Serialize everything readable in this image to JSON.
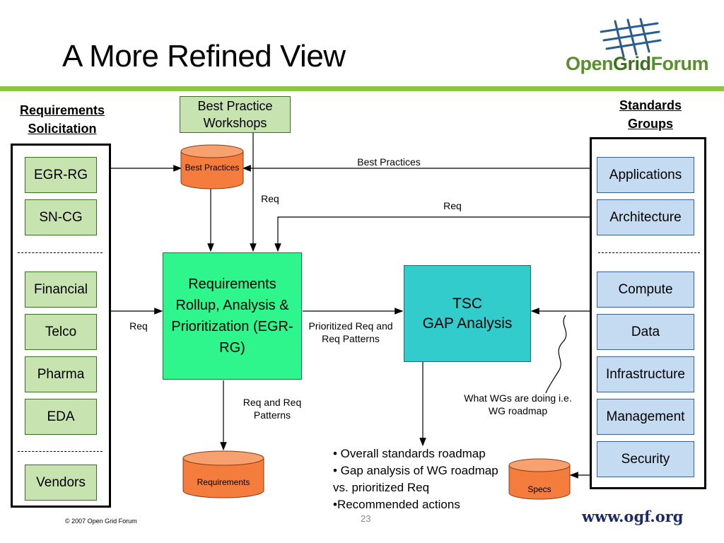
{
  "title": "A More Refined View",
  "logo": {
    "part1": "Open",
    "part2": "Grid",
    "part3": "Forum"
  },
  "left_panel": {
    "header": "Requirements Solicitation",
    "group1": [
      "EGR-RG",
      "SN-CG"
    ],
    "group2": [
      "Financial",
      "Telco",
      "Pharma",
      "EDA"
    ],
    "group3": [
      "Vendors"
    ]
  },
  "right_panel": {
    "header": "Standards Groups",
    "group1": [
      "Applications",
      "Architecture"
    ],
    "group2": [
      "Compute",
      "Data",
      "Infrastructure",
      "Management",
      "Security"
    ]
  },
  "best_practice_workshops": "Best Practice Workshops",
  "cylinders": {
    "best_practices": "Best Practices",
    "requirements": "Requirements",
    "specs": "Specs"
  },
  "rollup_box": "Requirements Rollup, Analysis & Prioritization (EGR-RG)",
  "tsc_box": {
    "line1": "TSC",
    "line2": "GAP Analysis"
  },
  "labels": {
    "best_practices": "Best Practices",
    "req_top": "Req",
    "req_right": "Req",
    "req_left": "Req",
    "prioritized": "Prioritized Req and Req Patterns",
    "req_patterns": "Req and Req Patterns",
    "what_wgs": "What WGs are doing i.e. WG roadmap"
  },
  "bullets": [
    "• Overall standards roadmap",
    "• Gap analysis of WG roadmap vs. prioritized Req",
    "•Recommended actions"
  ],
  "footer": "© 2007 Open Grid Forum",
  "page_number": "23",
  "website": "www.ogf.org",
  "colors": {
    "accent_green": "#8dc63f",
    "box_green": "#c6e3b0",
    "box_blue": "#c5dbf2",
    "rollup": "#2ef58c",
    "tsc": "#33cccc",
    "cylinder": "#f47c3c"
  }
}
